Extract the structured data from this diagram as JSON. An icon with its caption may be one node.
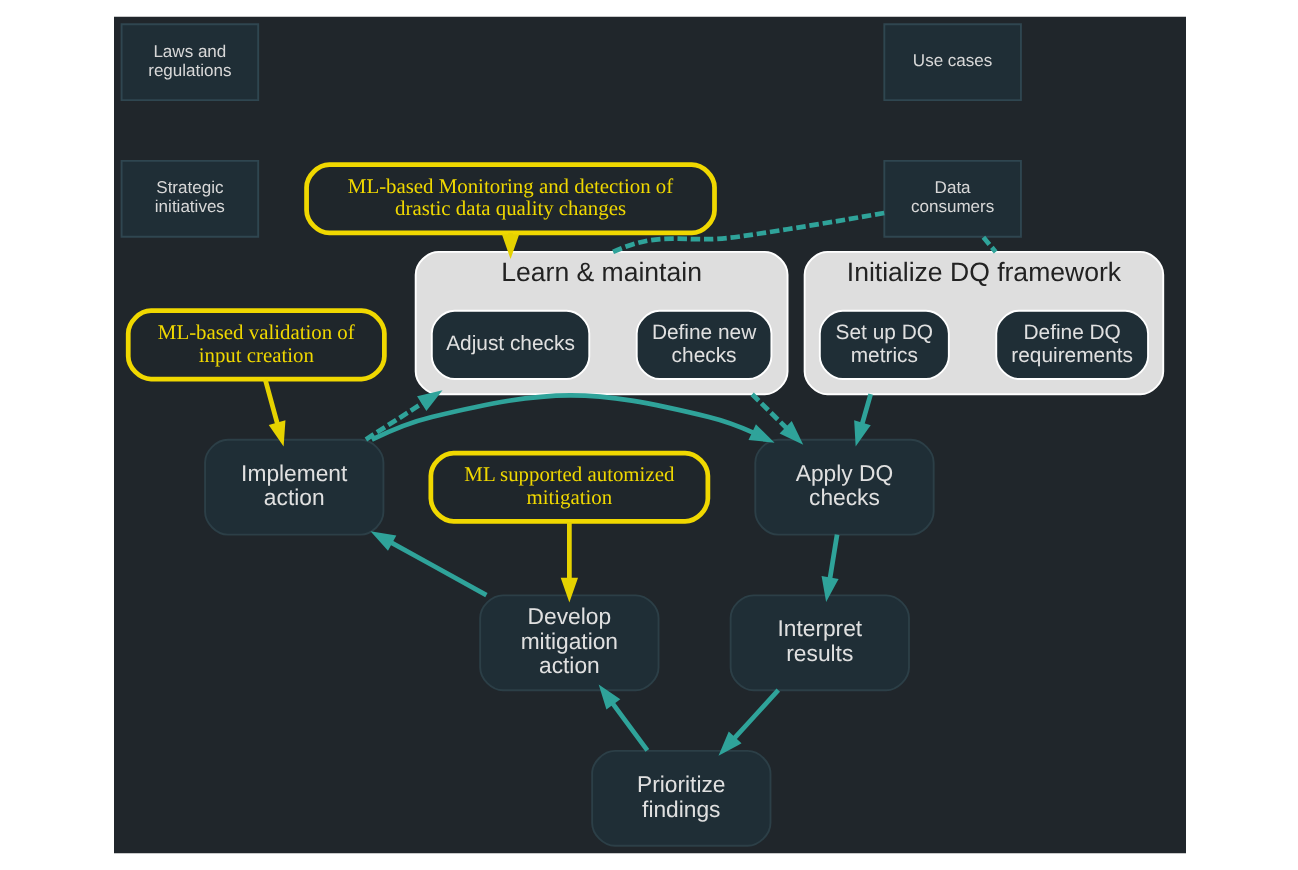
{
  "diagram": {
    "nodes": [
      {
        "text": [
          "Laws and regulations"
        ]
      },
      {
        "text": [
          "Use cases"
        ]
      },
      {
        "text": [
          "Strategic initiatives"
        ]
      },
      {
        "text": [
          "Data consumers"
        ]
      },
      {
        "text": [
          "Initialize DQ framework"
        ]
      },
      {
        "text": [
          "Define DQ requirements"
        ],
        "in": 4
      },
      {
        "text": [
          "Set up DQ metrics"
        ],
        "in": 4
      },
      {
        "text": [
          "Learn & maintain"
        ]
      },
      {
        "text": [
          "Adjust checks"
        ],
        "in": 7
      },
      {
        "text": [
          "Define new checks"
        ],
        "in": 7
      },
      {
        "text": [
          "ML-based Monitoring and detection of drastic data quality changes"
        ]
      },
      {
        "text": [
          "ML-based validation of input creation"
        ]
      },
      {
        "text": [
          "ML supported automized mitigation"
        ]
      },
      {
        "text": [
          "Implement action"
        ]
      },
      {
        "text": [
          "Apply DQ checks"
        ]
      },
      {
        "text": [
          "Interpret results"
        ]
      },
      {
        "text": [
          "Prioritize findings"
        ]
      },
      {
        "text": [
          "Develop mitigation action"
        ]
      }
    ],
    "edges": [
      {
        "from": 3,
        "to": 4,
        "arrow": "none",
        "style": "dashed"
      },
      {
        "from": 3,
        "to": 7,
        "arrow": "none",
        "style": "dashed"
      },
      {
        "from": 4,
        "to": 14,
        "arrow": "to"
      },
      {
        "from": 7,
        "to": 14,
        "arrow": "to",
        "style": "dashed"
      },
      {
        "from": 13,
        "to": 7,
        "arrow": "to",
        "style": "dashed"
      },
      {
        "from": 13,
        "to": 14,
        "arrow": "to"
      },
      {
        "from": 14,
        "to": 15,
        "arrow": "to"
      },
      {
        "from": 15,
        "to": 16,
        "arrow": "to"
      },
      {
        "from": 16,
        "to": 17,
        "arrow": "to"
      },
      {
        "from": 17,
        "to": 13,
        "arrow": "to"
      },
      {
        "from": 10,
        "to": 7,
        "arrow": "to",
        "color": "#e6d200"
      },
      {
        "from": 11,
        "to": 13,
        "arrow": "to",
        "color": "#e6d200"
      },
      {
        "from": 12,
        "to": 17,
        "arrow": "to",
        "color": "#e6d200"
      }
    ]
  }
}
